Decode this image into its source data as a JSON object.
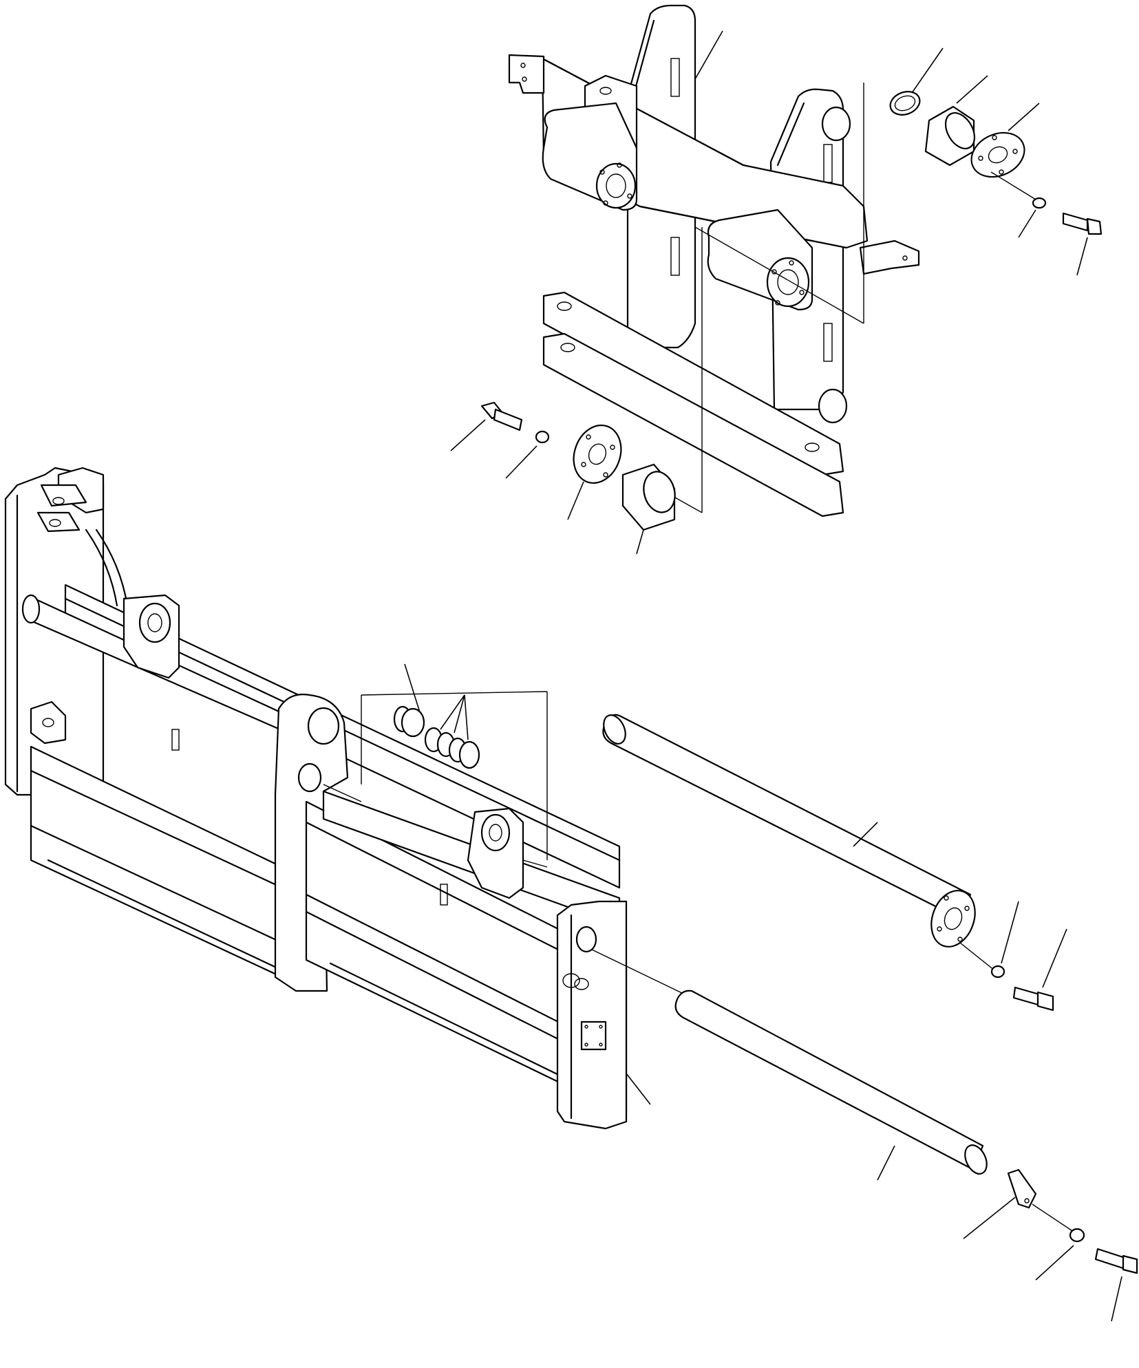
{
  "colors": {
    "ink": "#000000",
    "paper": "#ffffff"
  },
  "parts": [
    {
      "id": "upper-carriage-frame"
    },
    {
      "id": "snap-ring"
    },
    {
      "id": "bushing-upper-right"
    },
    {
      "id": "retainer-plate-upper-right"
    },
    {
      "id": "washer-upper-right"
    },
    {
      "id": "bolt-upper-right"
    },
    {
      "id": "bolt-upper-left"
    },
    {
      "id": "washer-upper-left"
    },
    {
      "id": "retainer-plate-upper-left"
    },
    {
      "id": "bushing-upper-left"
    },
    {
      "id": "grease-fittings-and-caps"
    },
    {
      "id": "upper-shaft"
    },
    {
      "id": "shaft-washer"
    },
    {
      "id": "shaft-bolt"
    },
    {
      "id": "lower-shaft"
    },
    {
      "id": "lock-plate"
    },
    {
      "id": "lock-washer"
    },
    {
      "id": "lock-bolt"
    },
    {
      "id": "fork-frame"
    }
  ]
}
